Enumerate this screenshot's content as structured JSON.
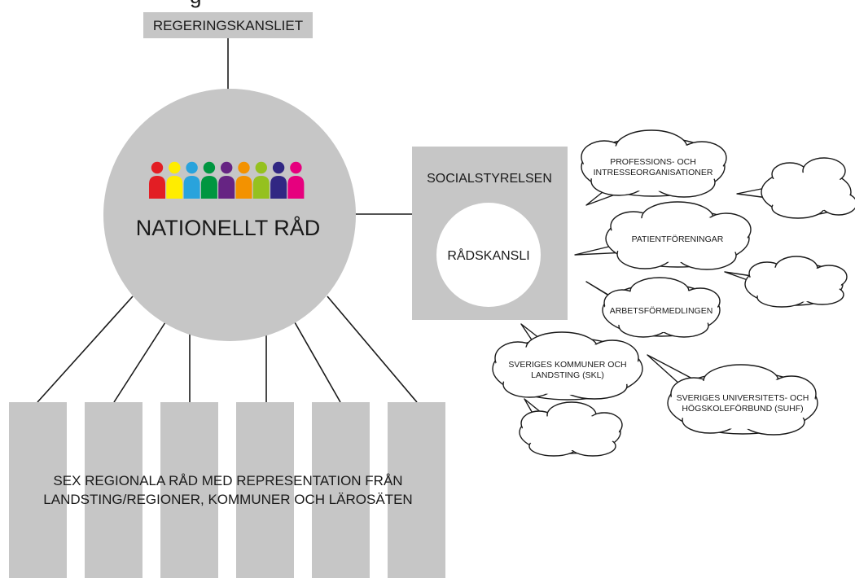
{
  "top_stub_text": "g",
  "top_box_label": "REGERINGSKANSLIET",
  "council_label": "NATIONELLT RÅD",
  "agency": {
    "title": "SOCIALSTYRELSEN",
    "inner_label": "RÅDSKANSLI"
  },
  "regional_caption": {
    "line1": "SEX REGIONALA RÅD MED REPRESENTATION FRÅN",
    "line2": "LANDSTING/REGIONER, KOMMUNER OCH LÄROSÄTEN"
  },
  "bubbles": {
    "b1_line1": "PROFESSIONS- OCH",
    "b1_line2": "INTRESSEORGANISATIONER",
    "b2": "PATIENTFÖRENINGAR",
    "b3": "ARBETSFÖRMEDLINGEN",
    "b4_line1": "SVERIGES KOMMUNER OCH",
    "b4_line2": "LANDSTING (SKL)",
    "b5_line1": "SVERIGES UNIVERSITETS- OCH",
    "b5_line2": "HÖGSKOLEFÖRBUND (SUHF)"
  },
  "people_colors": [
    "#e31e24",
    "#ffed00",
    "#29a3dc",
    "#009640",
    "#662483",
    "#f39200",
    "#95c11f",
    "#312783",
    "#e6007e"
  ],
  "colors": {
    "box_gray": "#c6c6c6",
    "line": "#1a1a1a",
    "white": "#ffffff"
  }
}
